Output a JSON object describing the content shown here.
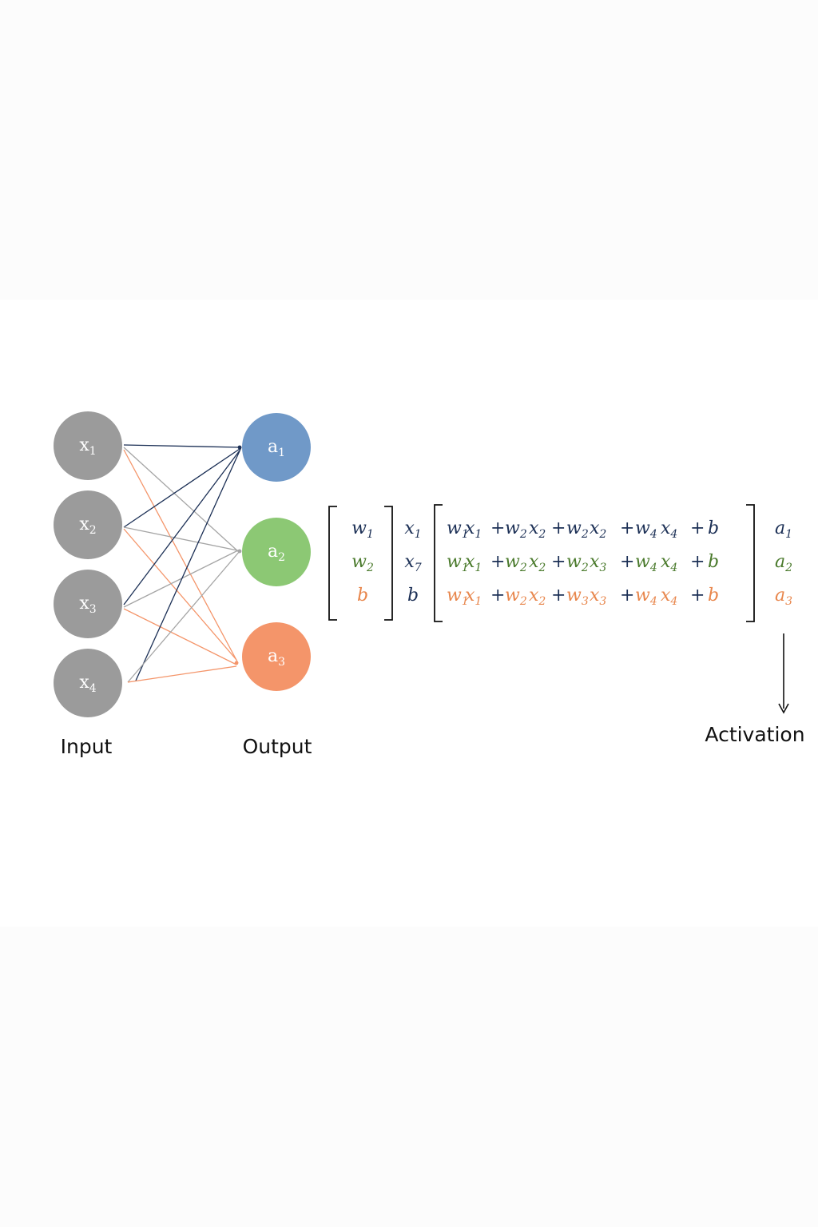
{
  "colors": {
    "input_node": "#9b9b9b",
    "blue": "#7099c8",
    "green": "#8cc874",
    "orange": "#f4956a",
    "ink_blue": "#1b2f55",
    "ink_green": "#4a7a2c",
    "ink_orange": "#e8864c",
    "edge_gray": "#a5a5a5",
    "text": "#111111"
  },
  "network": {
    "inputs": [
      {
        "base": "x",
        "sub": "1"
      },
      {
        "base": "x",
        "sub": "2"
      },
      {
        "base": "x",
        "sub": "3"
      },
      {
        "base": "x",
        "sub": "4"
      }
    ],
    "outputs": [
      {
        "base": "a",
        "sub": "1",
        "color": "blue"
      },
      {
        "base": "a",
        "sub": "2",
        "color": "green"
      },
      {
        "base": "a",
        "sub": "3",
        "color": "orange"
      }
    ],
    "input_caption": "Input",
    "output_caption": "Output"
  },
  "matrix": {
    "weights_column": [
      {
        "base": "w",
        "sub": "1",
        "color": "ink_blue"
      },
      {
        "base": "w",
        "sub": "2",
        "color": "ink_green"
      },
      {
        "base": "b",
        "sub": "",
        "color": "ink_orange"
      }
    ],
    "x_column": [
      {
        "base": "x",
        "sub": "1"
      },
      {
        "base": "x",
        "sub": "7"
      },
      {
        "base": "b",
        "sub": ""
      }
    ],
    "rows": [
      [
        {
          "t": "w",
          "s": "1",
          "c": "ink_blue"
        },
        {
          "t": "x",
          "s": "1",
          "c": "ink_blue"
        },
        {
          "t": "+",
          "s": "",
          "c": "ink_blue",
          "op": true
        },
        {
          "t": "w",
          "s": "2",
          "c": "ink_blue"
        },
        {
          "t": "x",
          "s": "2",
          "c": "ink_blue"
        },
        {
          "t": "+",
          "s": "",
          "c": "ink_blue",
          "op": true
        },
        {
          "t": "w",
          "s": "2",
          "c": "ink_blue"
        },
        {
          "t": "x",
          "s": "2",
          "c": "ink_blue"
        },
        {
          "t": "+",
          "s": "",
          "c": "ink_blue",
          "op": true
        },
        {
          "t": "w",
          "s": "4",
          "c": "ink_blue"
        },
        {
          "t": "x",
          "s": "4",
          "c": "ink_blue"
        },
        {
          "t": "+",
          "s": "",
          "c": "ink_blue",
          "op": true
        },
        {
          "t": "b",
          "s": "",
          "c": "ink_blue"
        }
      ],
      [
        {
          "t": "w",
          "s": "1",
          "c": "ink_green"
        },
        {
          "t": "x",
          "s": "1",
          "c": "ink_green"
        },
        {
          "t": "+",
          "s": "",
          "c": "ink_blue",
          "op": true
        },
        {
          "t": "w",
          "s": "2",
          "c": "ink_green"
        },
        {
          "t": "x",
          "s": "2",
          "c": "ink_green"
        },
        {
          "t": "+",
          "s": "",
          "c": "ink_blue",
          "op": true
        },
        {
          "t": "w",
          "s": "2",
          "c": "ink_green"
        },
        {
          "t": "x",
          "s": "3",
          "c": "ink_green"
        },
        {
          "t": "+",
          "s": "",
          "c": "ink_blue",
          "op": true
        },
        {
          "t": "w",
          "s": "4",
          "c": "ink_green"
        },
        {
          "t": "x",
          "s": "4",
          "c": "ink_green"
        },
        {
          "t": "+",
          "s": "",
          "c": "ink_blue",
          "op": true
        },
        {
          "t": "b",
          "s": "",
          "c": "ink_green"
        }
      ],
      [
        {
          "t": "w",
          "s": "1",
          "c": "ink_orange"
        },
        {
          "t": "x",
          "s": "1",
          "c": "ink_orange"
        },
        {
          "t": "+",
          "s": "",
          "c": "ink_blue",
          "op": true
        },
        {
          "t": "w",
          "s": "2",
          "c": "ink_orange"
        },
        {
          "t": "x",
          "s": "2",
          "c": "ink_orange"
        },
        {
          "t": "+",
          "s": "",
          "c": "ink_blue",
          "op": true
        },
        {
          "t": "w",
          "s": "3",
          "c": "ink_orange"
        },
        {
          "t": "x",
          "s": "3",
          "c": "ink_orange"
        },
        {
          "t": "+",
          "s": "",
          "c": "ink_blue",
          "op": true
        },
        {
          "t": "w",
          "s": "4",
          "c": "ink_orange"
        },
        {
          "t": "x",
          "s": "4",
          "c": "ink_orange"
        },
        {
          "t": "+",
          "s": "",
          "c": "ink_blue",
          "op": true
        },
        {
          "t": "b",
          "s": "",
          "c": "ink_orange"
        }
      ]
    ],
    "activations": [
      {
        "base": "a",
        "sub": "1",
        "color": "ink_blue"
      },
      {
        "base": "a",
        "sub": "2",
        "color": "ink_green"
      },
      {
        "base": "a",
        "sub": "3",
        "color": "ink_orange"
      }
    ],
    "activation_caption": "Activation"
  }
}
